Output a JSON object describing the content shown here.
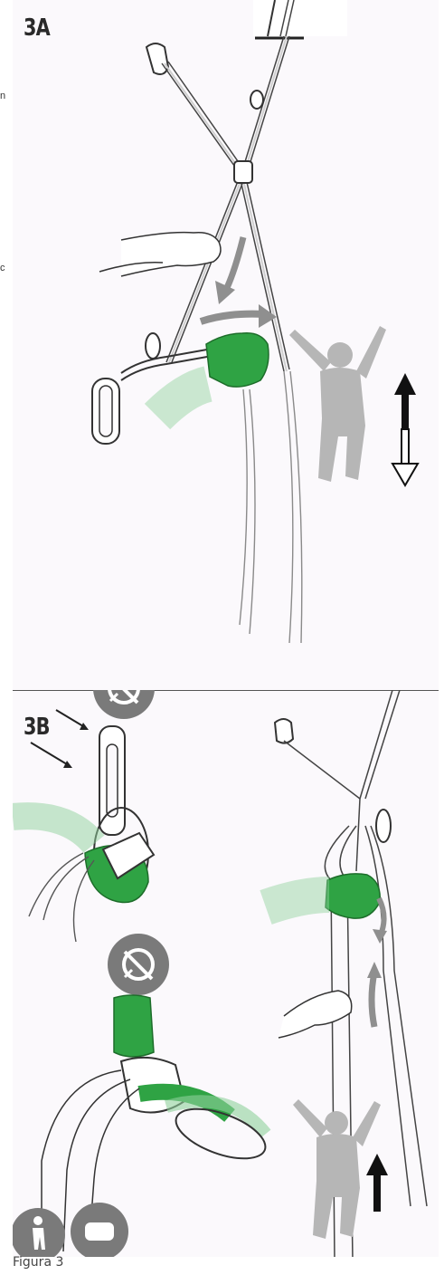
{
  "figure": {
    "panel_a_label": "3A",
    "panel_b_label": "3B",
    "caption": "Figura 3"
  },
  "side_marks": [
    "n",
    "c"
  ],
  "colors": {
    "rope": "#bdbdbd",
    "green": "#2fa344",
    "climber": "#b6b6b6",
    "arrow_gray": "#8f8f8f",
    "badge": "#7a7a7a"
  },
  "icons": [
    "no-go-badge-icon",
    "climber-badge-icon",
    "fist-badge-icon",
    "up-arrow-icon",
    "down-arrow-icon"
  ]
}
